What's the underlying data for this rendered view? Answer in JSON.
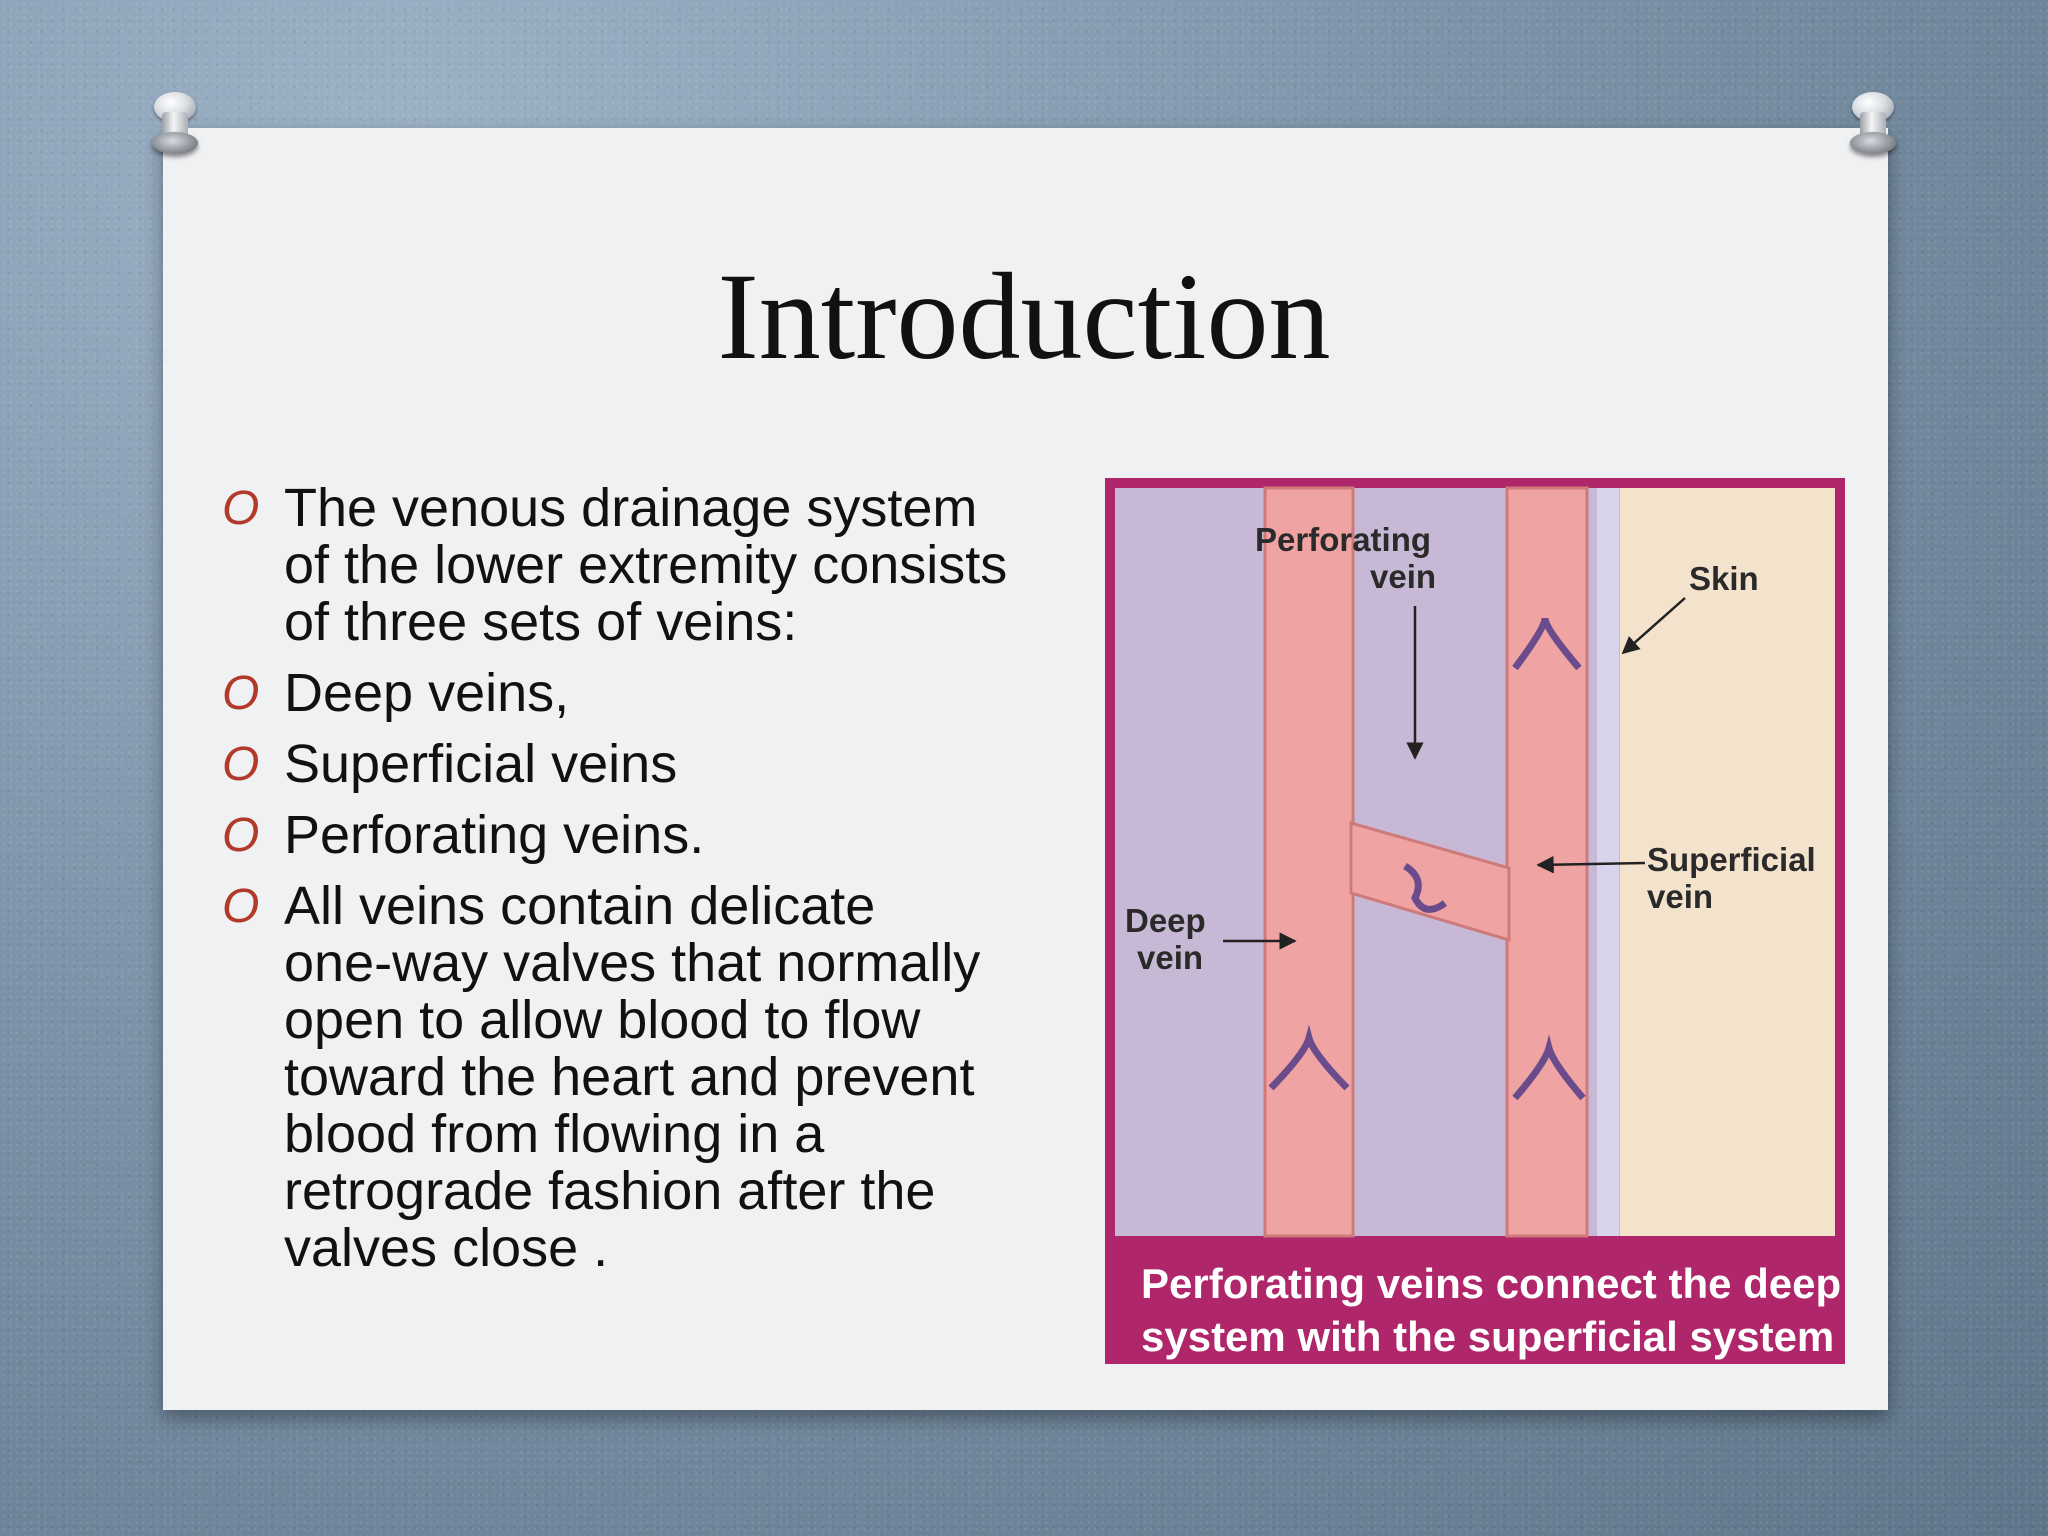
{
  "slide": {
    "title": "Introduction",
    "bullets": [
      {
        "marker": "O",
        "text": "The venous drainage system\nof the lower extremity consists\nof three sets of veins:"
      },
      {
        "marker": "O",
        "text": "Deep veins,"
      },
      {
        "marker": "O",
        "text": "Superficial veins"
      },
      {
        "marker": "O",
        "text": "Perforating veins."
      },
      {
        "marker": "O",
        "text": " All veins contain delicate\none-way valves that normally\nopen to allow blood to flow\ntoward the heart  and prevent\nblood from flowing in a\nretrograde fashion after the\nvalves close ."
      }
    ]
  },
  "figure": {
    "labels": {
      "perforating_1": "Perforating",
      "perforating_2": "vein",
      "skin": "Skin",
      "superficial_1": "Superficial",
      "superficial_2": "vein",
      "deep_1": "Deep",
      "deep_2": "vein"
    },
    "caption_1": "Perforating veins connect the deep",
    "caption_2": "system with the superficial system"
  },
  "colors": {
    "bullet_marker": "#b23a2a",
    "figure_frame": "#b0266b",
    "vein": "#f0a3a3",
    "tissue": "#c7b9d6",
    "skin": "#f3e3cc"
  }
}
